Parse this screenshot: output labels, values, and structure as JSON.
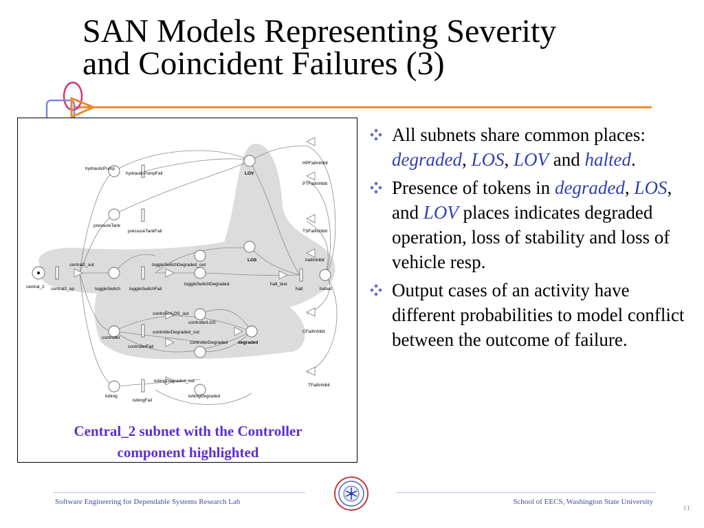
{
  "title": {
    "line1": "SAN Models Representing Severity",
    "line2": "and Coincident Failures (3)"
  },
  "diagram": {
    "labels": {
      "hydraulicPump": "hydraulicPump",
      "hydraulicPumpFail": "hydraulicPumpFail",
      "lov": "LOV",
      "hpFailInhibit": "HPFailInhibit",
      "ptFailInhibit": "PTFailInhibit",
      "pressureTank": "pressureTank",
      "pressureTankFail": "pressureTankFail",
      "tsFailInhibit": "TSFailInhibit",
      "los": "LOS",
      "haltInhibit": "haltInhibit",
      "central2Out": "central2_out",
      "toggleSwitchDegradedOut": "toggleSwitchDegraded_out",
      "central2": "central_2",
      "central2Op": "central2_op",
      "toggleSwitch": "toggleSwitch",
      "toggleSwitchFail": "toggleSwitchFail",
      "toggleSwitchDegraded": "toggleSwitchDegraded",
      "haltTest": "halt_test",
      "halt": "halt",
      "halted": "halted",
      "controllerLosOut": "controllerLOS_out",
      "controllerLos": "controllerLOS",
      "controllerDegradedOut": "controllerDegraded_out",
      "cfFailInhibit": "CFailInhibit",
      "controller": "controller",
      "controllerDegraded": "controllerDegraded",
      "degraded": "degraded",
      "controllerFail": "controllerFail",
      "tubingDegradedOut": "tubingDegraded_out",
      "tfFailInhibit": "TFailInhibit",
      "tubing": "tubing",
      "tubingDegraded": "tubingDegraded",
      "tubingFail": "tubingFail"
    },
    "caption": {
      "line1": "Central_2 subnet with the Controller",
      "line2": "component highlighted"
    }
  },
  "bullets": {
    "b1": {
      "t1": "All subnets share common places: ",
      "degraded": "degraded",
      "sep1": ", ",
      "los": "LOS",
      "sep2": ", ",
      "lov": "LOV",
      "t2": " and ",
      "halted": "halted",
      "t3": "."
    },
    "b2": {
      "t1": "Presence of tokens in ",
      "degraded": "degraded",
      "sep1": ", ",
      "los": "LOS",
      "t2": ", and ",
      "lov": "LOV",
      "t3": " places indicates degraded operation, loss of stability and loss of vehicle resp."
    },
    "b3": {
      "t1": "Output cases of an activity have different probabilities to model conflict between the outcome of failure."
    }
  },
  "footer": {
    "left": "Software Engineering for Dependable Systems Research Lab",
    "right": "School of EECS, Washington State University",
    "page": "11"
  },
  "colors": {
    "accent_line": "#e8892a",
    "circle_magenta": "#d0337a",
    "rect_blue": "#7f86d8",
    "caption": "#5a2fd0",
    "highlight": "#d9d9d9",
    "italic_terms": "#2f3fb0"
  }
}
